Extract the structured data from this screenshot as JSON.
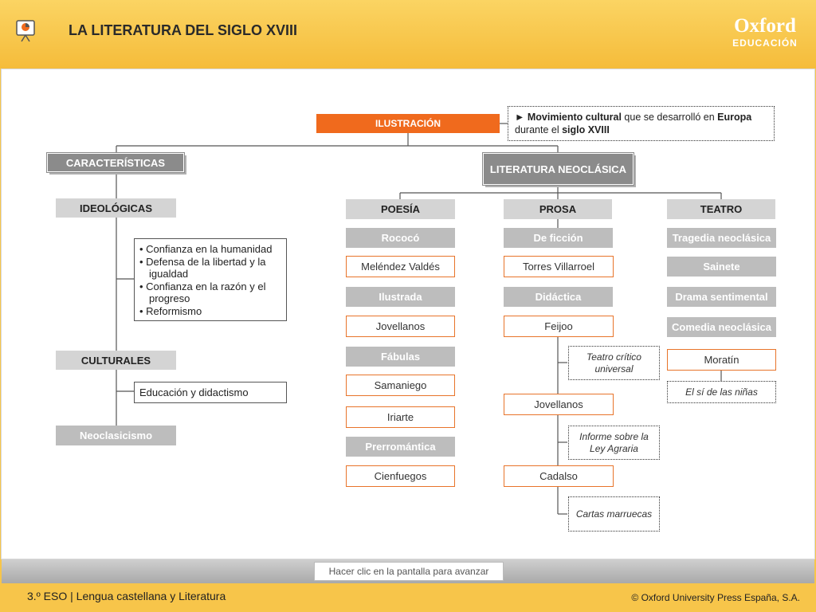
{
  "header": {
    "title": "LA LITERATURA DEL SIGLO XVIII",
    "brand_line1": "Oxford",
    "brand_line2": "EDUCACIÓN"
  },
  "diagram": {
    "root": "ILUSTRACIÓN",
    "definition": {
      "arrow": "►",
      "part1": "Movimiento cultural",
      "part2": " que se desarrolló en ",
      "part3": "Europa",
      "part4": " durante el ",
      "part5": "siglo XVIII"
    },
    "caracteristicas": {
      "title": "CARACTERÍSTICAS",
      "ideologicas": "IDEOLÓGICAS",
      "ideologicas_items": [
        "• Confianza en la humanidad",
        "• Defensa de la libertad y la igualdad",
        "• Confianza en la razón y el progreso",
        "• Reformismo"
      ],
      "culturales": "CULTURALES",
      "culturales_item": "Educación y didactismo",
      "neoclasicismo": "Neoclasicismo"
    },
    "literatura": {
      "title": "LITERATURA NEOCLÁSICA",
      "poesia": {
        "title": "POESÍA",
        "rococo": "Rococó",
        "melendez": "Meléndez Valdés",
        "ilustrada": "Ilustrada",
        "jovellanos": "Jovellanos",
        "fabulas": "Fábulas",
        "samaniego": "Samaniego",
        "iriarte": "Iriarte",
        "prerromantica": "Prerromántica",
        "cienfuegos": "Cienfuegos"
      },
      "prosa": {
        "title": "PROSA",
        "ficcion": "De ficción",
        "torres": "Torres Villarroel",
        "didactica": "Didáctica",
        "feijoo": "Feijoo",
        "teatro_critico": "Teatro crítico universal",
        "jovellanos": "Jovellanos",
        "informe": "Informe sobre la Ley Agraria",
        "cadalso": "Cadalso",
        "cartas": "Cartas marruecas"
      },
      "teatro": {
        "title": "TEATRO",
        "tragedia": "Tragedia neoclásica",
        "sainete": "Sainete",
        "drama": "Drama sentimental",
        "comedia": "Comedia neoclásica",
        "moratin": "Moratín",
        "el_si": "El sí de las niñas"
      }
    }
  },
  "nav": {
    "advance": "Hacer clic en la pantalla para avanzar"
  },
  "footer": {
    "left": "3.º ESO | Lengua castellana y Literatura",
    "right": "© Oxford University Press España, S.A."
  },
  "colors": {
    "accent_orange": "#f06a1d",
    "header_yellow": "#f7c54a",
    "box_gray": "#8b8b8b"
  }
}
